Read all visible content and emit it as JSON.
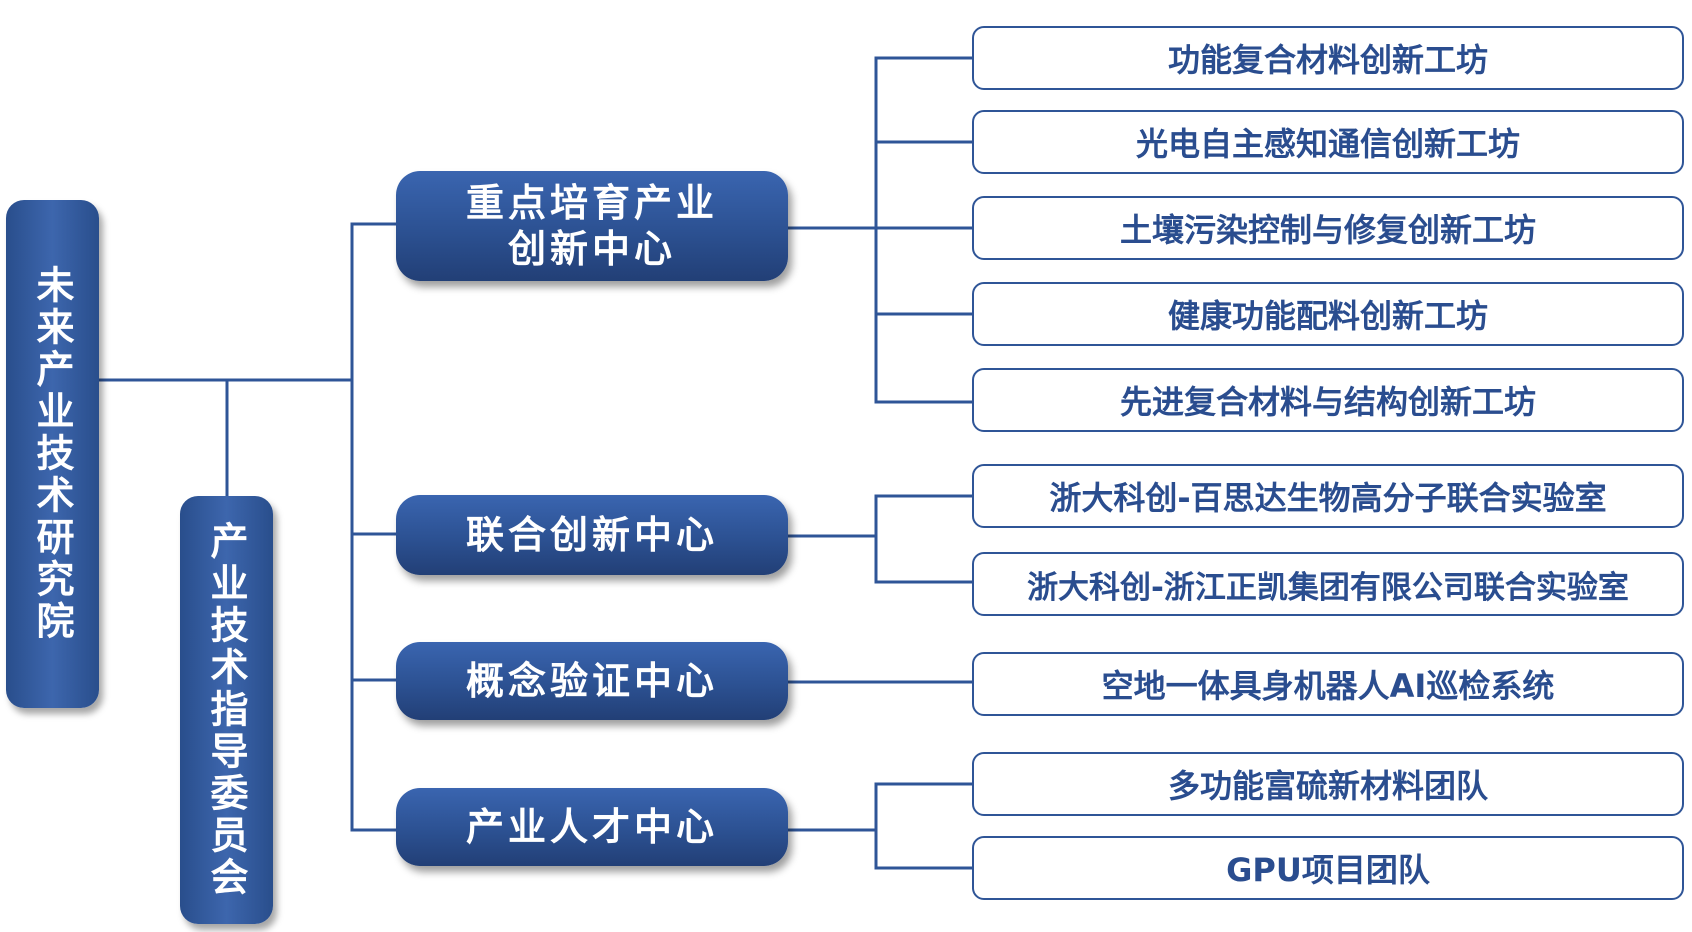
{
  "root": {
    "label": "未来产业技术研究院"
  },
  "committee": {
    "label": "产业技术指导委员会"
  },
  "centers": [
    {
      "label": "重点培育产业\n创新中心",
      "units": [
        "功能复合材料创新工坊",
        "光电自主感知通信创新工坊",
        "土壤污染控制与修复创新工坊",
        "健康功能配料创新工坊",
        "先进复合材料与结构创新工坊"
      ]
    },
    {
      "label": "联合创新中心",
      "units": [
        "浙大科创-百思达生物高分子联合实验室",
        "浙大科创-浙江正凯集团有限公司联合实验室"
      ]
    },
    {
      "label": "概念验证中心",
      "units": [
        "空地一体具身机器人AI巡检系统"
      ]
    },
    {
      "label": "产业人才中心",
      "units": [
        "多功能富硫新材料团队",
        "GPU项目团队"
      ]
    }
  ],
  "colors": {
    "primary_blue": "#2f5597",
    "leaf_text": "#2a4d8f",
    "background": "#ffffff"
  }
}
